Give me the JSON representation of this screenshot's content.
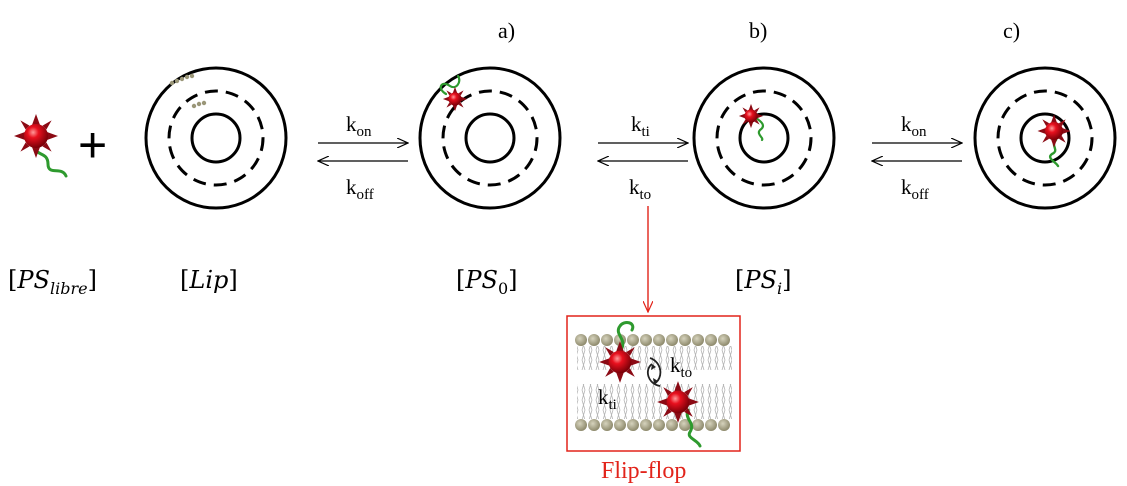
{
  "stage_labels": {
    "a": "a)",
    "b": "b)",
    "c": "c)"
  },
  "plus_sign": "+",
  "rates": {
    "first": {
      "forward": {
        "base": "k",
        "sub": "on"
      },
      "backward": {
        "base": "k",
        "sub": "off"
      }
    },
    "second": {
      "forward": {
        "base": "k",
        "sub": "ti"
      },
      "backward": {
        "base": "k",
        "sub": "to"
      }
    },
    "third": {
      "forward": {
        "base": "k",
        "sub": "on"
      },
      "backward": {
        "base": "k",
        "sub": "off"
      }
    }
  },
  "species": {
    "ps_libre": {
      "open": "[",
      "base": "PS",
      "sub": "libre",
      "close": "]"
    },
    "lip": {
      "open": "[",
      "base": "Lip",
      "close": "]"
    },
    "ps_0": {
      "open": "[",
      "base": "PS",
      "sub": "0",
      "close": "]"
    },
    "ps_i": {
      "open": "[",
      "base": "PS",
      "sub": "i",
      "close": "]"
    }
  },
  "inset": {
    "caption": "Flip-flop",
    "k_to": {
      "base": "k",
      "sub": "to"
    },
    "k_ti": {
      "base": "k",
      "sub": "ti"
    }
  },
  "colors": {
    "accent_red": "#e2231a",
    "molecule_red": "#d0001a",
    "spike_dark_red": "#8b0a14",
    "tail_green": "#2e9a2e",
    "lipid_head": "#9a9678"
  }
}
